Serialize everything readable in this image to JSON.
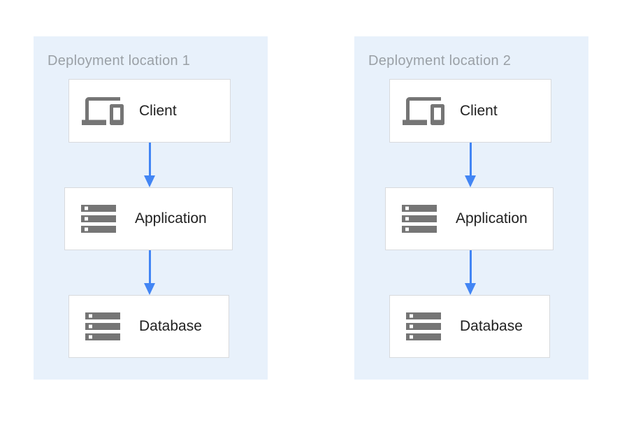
{
  "diagram": {
    "panels": [
      {
        "title": "Deployment location 1",
        "nodes": [
          {
            "label": "Client",
            "icon": "devices-icon"
          },
          {
            "label": "Application",
            "icon": "storage-icon"
          },
          {
            "label": "Database",
            "icon": "storage-icon"
          }
        ]
      },
      {
        "title": "Deployment location 2",
        "nodes": [
          {
            "label": "Client",
            "icon": "devices-icon"
          },
          {
            "label": "Application",
            "icon": "storage-icon"
          },
          {
            "label": "Database",
            "icon": "storage-icon"
          }
        ]
      }
    ]
  },
  "colors": {
    "panel_bg": "#E8F1FB",
    "node_bg": "#FFFFFF",
    "node_border": "#D8DADD",
    "title_text": "#9AA0A6",
    "label_text": "#212121",
    "icon_gray": "#757575",
    "arrow_blue": "#4285F4",
    "page_bg": "#FFFFFF"
  }
}
